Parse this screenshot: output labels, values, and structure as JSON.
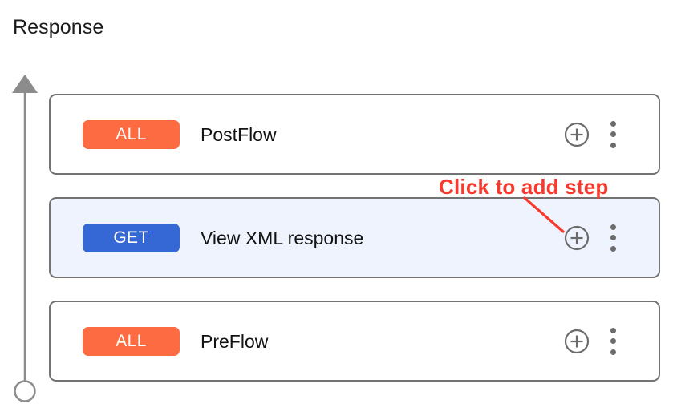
{
  "page": {
    "title": "Response",
    "background": "#ffffff"
  },
  "colors": {
    "badge_all": "#fc6b42",
    "badge_get": "#3568d4",
    "selected_row_bg": "#eef3fd",
    "row_border": "#737373",
    "annotation_red": "#f9392d",
    "icon_gray": "#6b6b6b",
    "axis_gray": "#8c8c8c"
  },
  "flow_axis": {
    "name": "flow-direction-axis",
    "arrowhead": "up",
    "endpoint": "circle"
  },
  "rows": [
    {
      "badge": "ALL",
      "badge_type": "all",
      "label": "PostFlow",
      "selected": false,
      "add_icon": "plus-circle-icon",
      "menu_icon": "kebab-menu-icon"
    },
    {
      "badge": "GET",
      "badge_type": "get",
      "label": "View XML response",
      "selected": true,
      "add_icon": "plus-circle-icon",
      "menu_icon": "kebab-menu-icon"
    },
    {
      "badge": "ALL",
      "badge_type": "all",
      "label": "PreFlow",
      "selected": false,
      "add_icon": "plus-circle-icon",
      "menu_icon": "kebab-menu-icon"
    }
  ],
  "annotation": {
    "text": "Click to add step",
    "points_to": "add-step-button-row-2"
  }
}
